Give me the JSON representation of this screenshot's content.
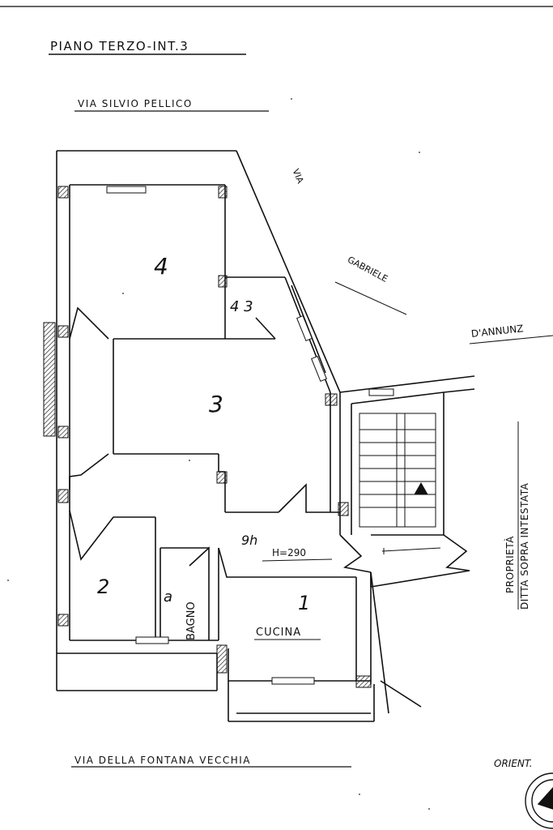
{
  "header": {
    "title": "PIANO TERZO-INT.3",
    "street_top": "VIA SILVIO PELLICO",
    "street_bottom": "VIA DELLA FONTANA VECCHIA"
  },
  "side_street": {
    "word1": "VIA",
    "word2": "GABRIELE",
    "word3": "D'ANNUNZ"
  },
  "rooms": {
    "r4": "4",
    "r3": "3",
    "r2": "2",
    "r1": "1",
    "r4b": "4 3",
    "bagno_num": "a",
    "bagno": "BAGNO",
    "cucina": "CUCINA",
    "corridor_num": "9h",
    "height": "H=290"
  },
  "property": {
    "line1": "PROPRIETÀ",
    "line2": "DITTA SOPRA INTESTATA"
  },
  "orientation": "ORIENT."
}
